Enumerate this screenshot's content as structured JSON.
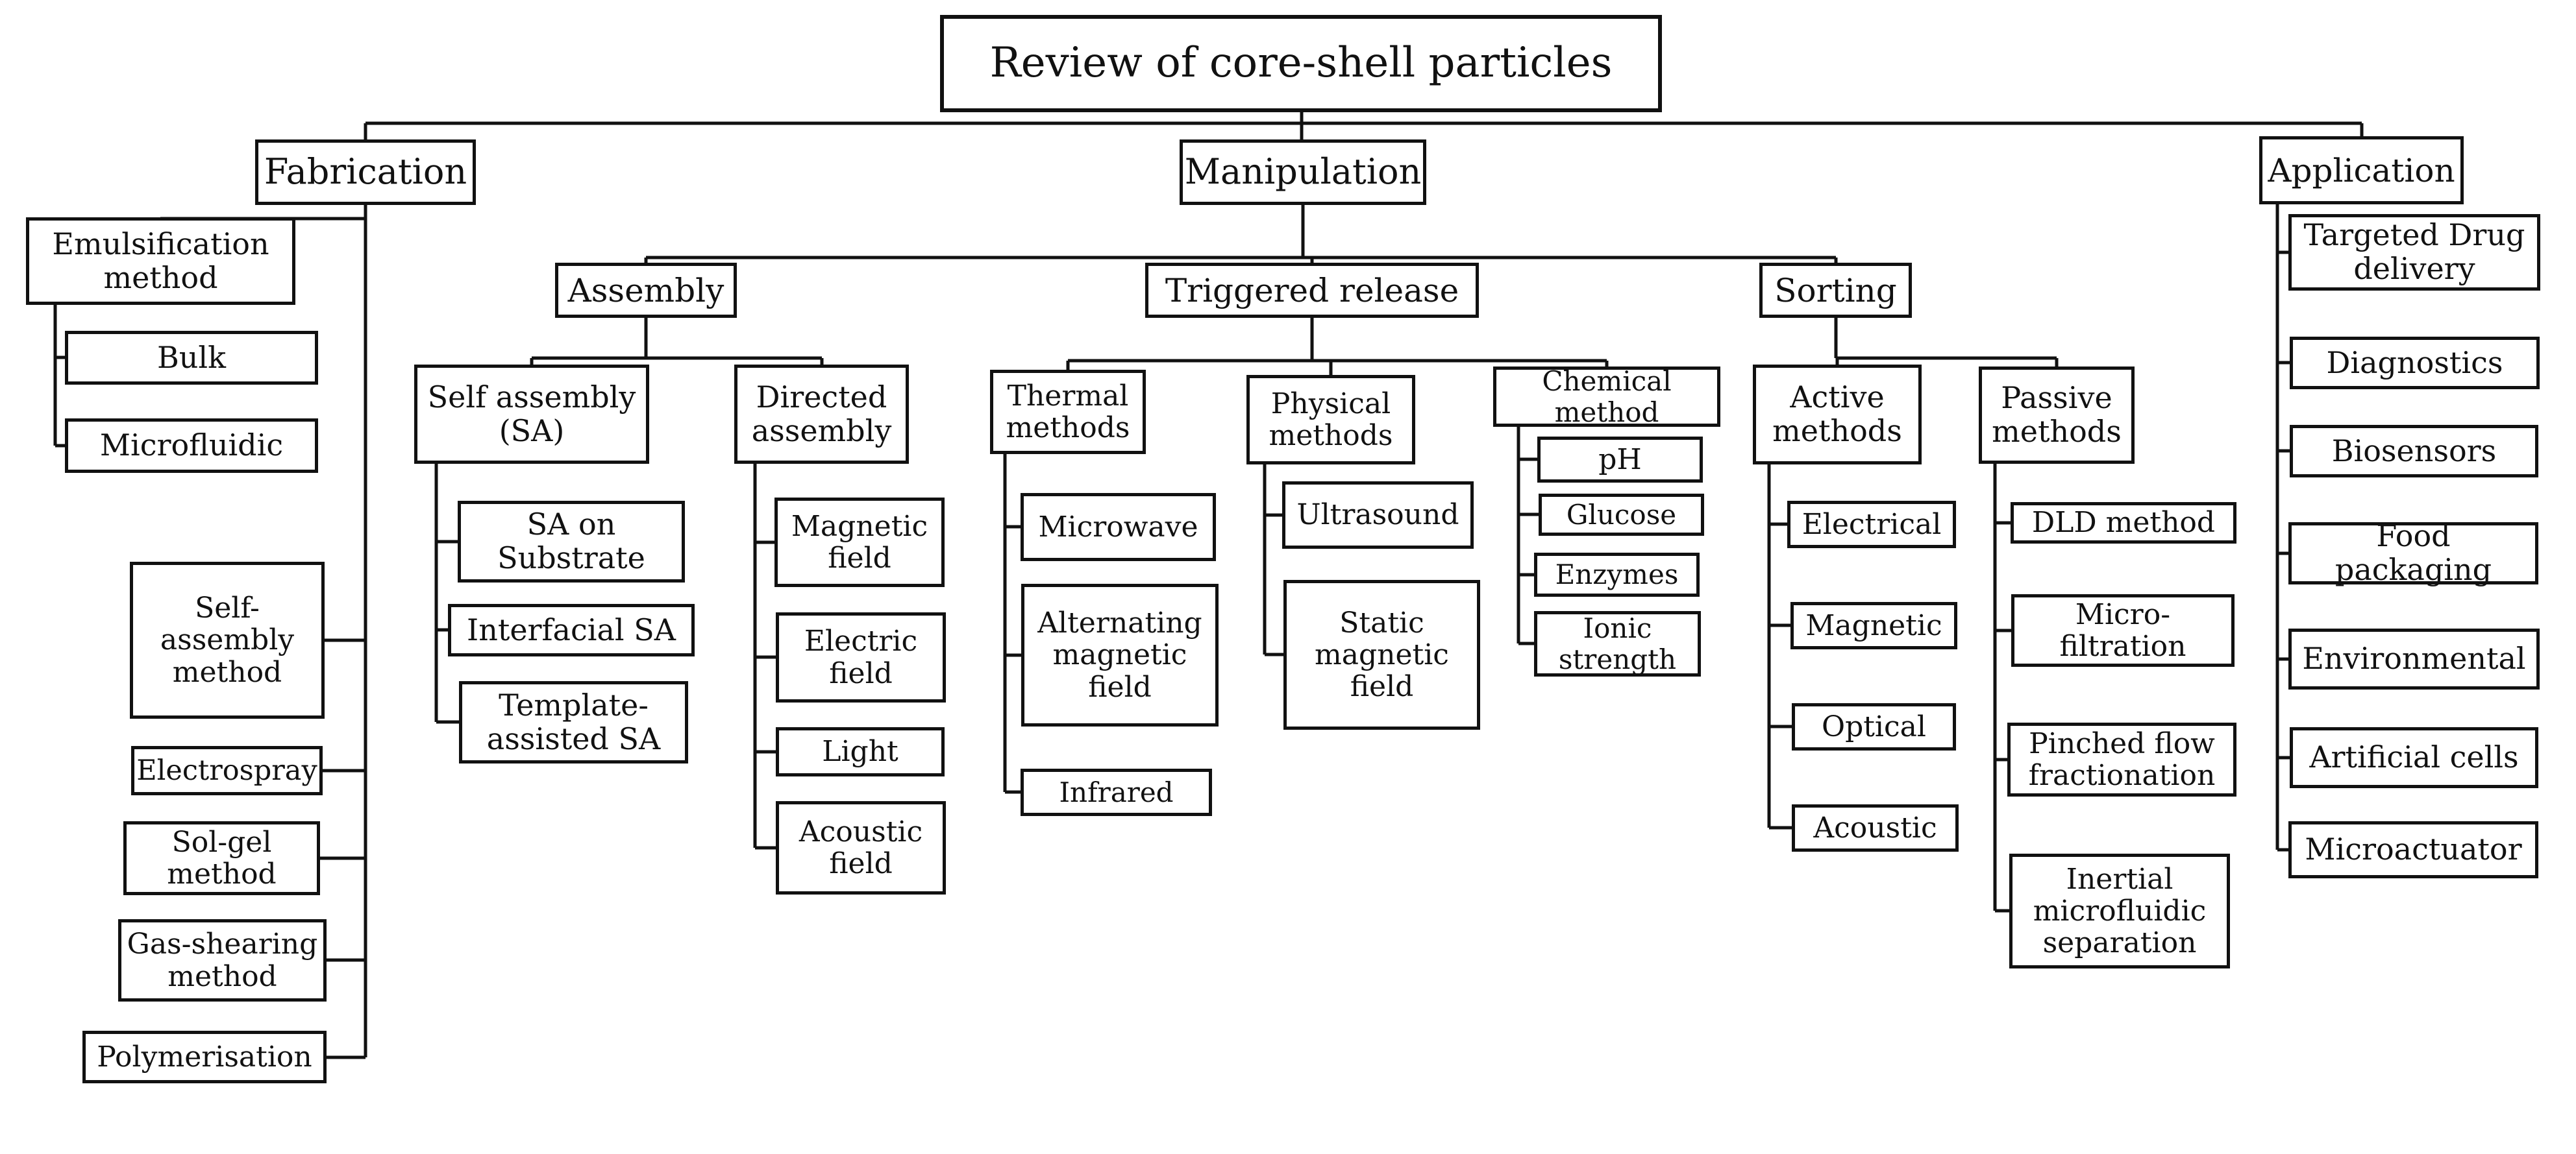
{
  "colors": {
    "background": "#ffffff",
    "line": "#111111",
    "box_border": "#111111",
    "text": "#111111"
  },
  "title": {
    "label": "Review of core-shell particles"
  },
  "tree": {
    "fabrication": {
      "label": "Fabrication"
    },
    "emulsification": {
      "label": "Emulsification method"
    },
    "bulk": {
      "label": "Bulk"
    },
    "microfluidic": {
      "label": "Microfluidic"
    },
    "self_assembly_method": {
      "label": "Self-assembly method"
    },
    "electrospray": {
      "label": "Electrospray"
    },
    "sol_gel": {
      "label": "Sol-gel method"
    },
    "gas_shearing": {
      "label": "Gas-shearing method"
    },
    "polymerisation": {
      "label": "Polymerisation"
    },
    "manipulation": {
      "label": "Manipulation"
    },
    "assembly": {
      "label": "Assembly"
    },
    "self_assembly_sa": {
      "label": "Self assembly (SA)"
    },
    "sa_on_substrate": {
      "label": "SA on Substrate"
    },
    "interfacial_sa": {
      "label": "Interfacial SA"
    },
    "template_assisted_sa": {
      "label": "Template-assisted SA"
    },
    "directed_assembly": {
      "label": "Directed assembly"
    },
    "magnetic_field": {
      "label": "Magnetic field"
    },
    "electric_field": {
      "label": "Electric field"
    },
    "light": {
      "label": "Light"
    },
    "acoustic_field": {
      "label": "Acoustic field"
    },
    "triggered_release": {
      "label": "Triggered release"
    },
    "thermal_methods": {
      "label": "Thermal methods"
    },
    "microwave": {
      "label": "Microwave"
    },
    "alternating_magnetic_field": {
      "label": "Alternating magnetic field"
    },
    "infrared": {
      "label": "Infrared"
    },
    "physical_methods": {
      "label": "Physical methods"
    },
    "ultrasound": {
      "label": "Ultrasound"
    },
    "static_magnetic_field": {
      "label": "Static magnetic field"
    },
    "chemical_method": {
      "label": "Chemical method"
    },
    "ph": {
      "label": "pH"
    },
    "glucose": {
      "label": "Glucose"
    },
    "enzymes": {
      "label": "Enzymes"
    },
    "ionic_strength": {
      "label": "Ionic strength"
    },
    "sorting": {
      "label": "Sorting"
    },
    "active_methods": {
      "label": "Active methods"
    },
    "electrical": {
      "label": "Electrical"
    },
    "magnetic": {
      "label": "Magnetic"
    },
    "optical": {
      "label": "Optical"
    },
    "acoustic": {
      "label": "Acoustic"
    },
    "passive_methods": {
      "label": "Passive methods"
    },
    "dld_method": {
      "label": "DLD method"
    },
    "micro_filtration": {
      "label": "Micro-filtration"
    },
    "pinched_flow_fractionation": {
      "label": "Pinched flow fractionation"
    },
    "inertial_microfluidic_separation": {
      "label": "Inertial microfluidic separation"
    },
    "application": {
      "label": "Application"
    },
    "targeted_drug_delivery": {
      "label": "Targeted Drug delivery"
    },
    "diagnostics": {
      "label": "Diagnostics"
    },
    "biosensors": {
      "label": "Biosensors"
    },
    "food_packaging": {
      "label": "Food packaging"
    },
    "environmental": {
      "label": "Environmental"
    },
    "artificial_cells": {
      "label": "Artificial cells"
    },
    "microactuator": {
      "label": "Microactuator"
    }
  },
  "hierarchy": {
    "Review of core-shell particles": [
      "Fabrication",
      "Manipulation",
      "Application"
    ],
    "Fabrication": [
      "Emulsification method",
      "Self-assembly method",
      "Electrospray",
      "Sol-gel method",
      "Gas-shearing method",
      "Polymerisation"
    ],
    "Emulsification method": [
      "Bulk",
      "Microfluidic"
    ],
    "Manipulation": [
      "Assembly",
      "Triggered release",
      "Sorting"
    ],
    "Assembly": [
      "Self assembly (SA)",
      "Directed assembly"
    ],
    "Self assembly (SA)": [
      "SA on Substrate",
      "Interfacial SA",
      "Template-assisted SA"
    ],
    "Directed assembly": [
      "Magnetic field",
      "Electric field",
      "Light",
      "Acoustic field"
    ],
    "Triggered release": [
      "Thermal methods",
      "Physical methods",
      "Chemical method"
    ],
    "Thermal methods": [
      "Microwave",
      "Alternating magnetic field",
      "Infrared"
    ],
    "Physical methods": [
      "Ultrasound",
      "Static magnetic field"
    ],
    "Chemical method": [
      "pH",
      "Glucose",
      "Enzymes",
      "Ionic strength"
    ],
    "Sorting": [
      "Active methods",
      "Passive methods"
    ],
    "Active methods": [
      "Electrical",
      "Magnetic",
      "Optical",
      "Acoustic"
    ],
    "Passive methods": [
      "DLD method",
      "Micro-filtration",
      "Pinched flow fractionation",
      "Inertial microfluidic separation"
    ],
    "Application": [
      "Targeted Drug delivery",
      "Diagnostics",
      "Biosensors",
      "Food packaging",
      "Environmental",
      "Artificial cells",
      "Microactuator"
    ]
  }
}
